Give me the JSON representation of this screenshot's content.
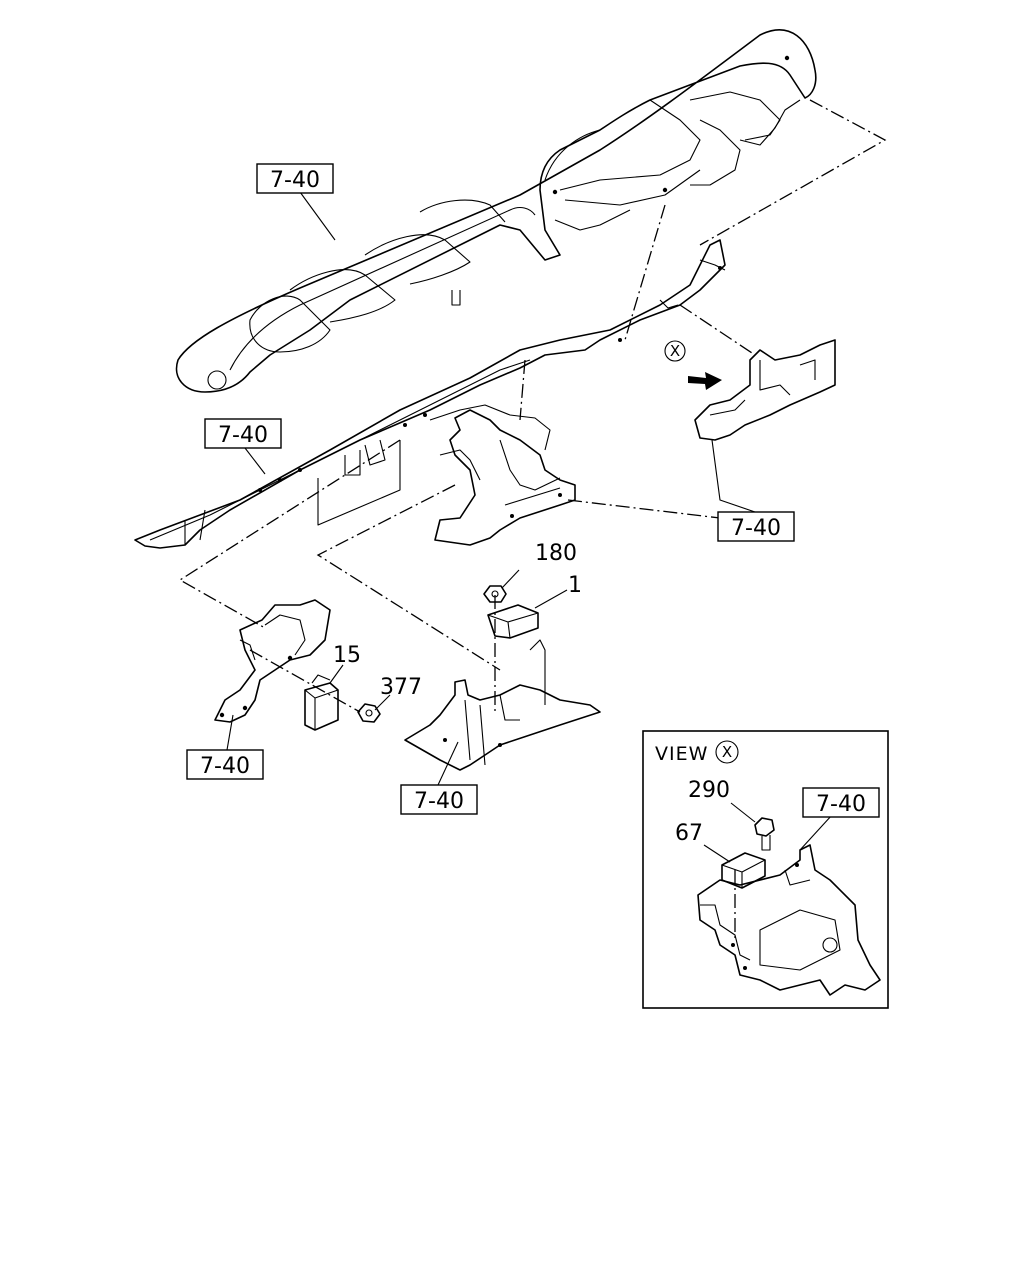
{
  "ref_labels": {
    "dashboard": "7-40",
    "crossmember_left": "7-40",
    "center_bracket": "7-40",
    "left_bracket": "7-40",
    "lower_bracket": "7-40",
    "view_bracket": "7-40"
  },
  "part_numbers": {
    "p180": "180",
    "p1": "1",
    "p15": "15",
    "p377": "377",
    "p290": "290",
    "p67": "67"
  },
  "view": {
    "label": "VIEW",
    "marker": "X"
  },
  "arrow_marker": "X"
}
